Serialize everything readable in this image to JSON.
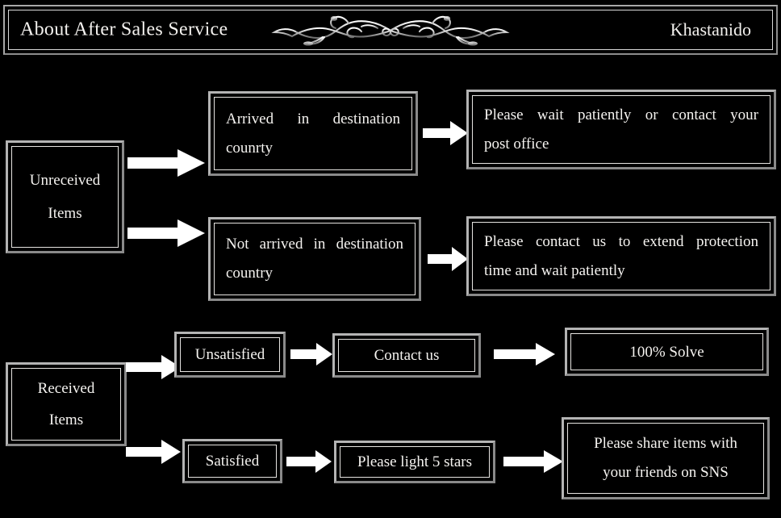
{
  "header": {
    "title": "About After Sales Service",
    "brand": "Khastanido",
    "ornament_icon": "filigree-ornament-icon"
  },
  "colors": {
    "background": "#000000",
    "frame_border": "#9e9e9e",
    "inner_line": "#e6e4e1",
    "text": "#f5f3f0",
    "arrow": "#ffffff"
  },
  "flow": {
    "branches": [
      {
        "id": "unreceived",
        "source": "Unreceived\nItems",
        "source_line1": "Unreceived",
        "source_line2": "Items",
        "paths": [
          {
            "condition_line1": "Arrived in destination",
            "condition_line2": "counrty",
            "result_line1": "Please wait patiently or contact your",
            "result_line2": "post office"
          },
          {
            "condition_line1": "Not arrived in destination",
            "condition_line2": "country",
            "result_line1": "Please contact us to extend protection",
            "result_line2": "time and wait patiently"
          }
        ]
      },
      {
        "id": "received",
        "source": "Received\nItems",
        "source_line1": "Received",
        "source_line2": "Items",
        "paths": [
          {
            "condition_line1": "Unsatisfied",
            "condition_line2": "",
            "middle": "Contact us",
            "result_line1": "100% Solve",
            "result_line2": ""
          },
          {
            "condition_line1": "Satisfied",
            "condition_line2": "",
            "middle": "Please light 5 stars",
            "result_line1": "Please share items with",
            "result_line2": "your friends on SNS"
          }
        ]
      }
    ],
    "arrows": [
      {
        "name": "arrow-unreceived-to-arrived"
      },
      {
        "name": "arrow-unreceived-to-not-arrived"
      },
      {
        "name": "arrow-arrived-to-wait"
      },
      {
        "name": "arrow-not-arrived-to-contact"
      },
      {
        "name": "arrow-received-to-unsatisfied"
      },
      {
        "name": "arrow-received-to-satisfied"
      },
      {
        "name": "arrow-unsatisfied-to-contact-us"
      },
      {
        "name": "arrow-contact-us-to-solve"
      },
      {
        "name": "arrow-satisfied-to-light-stars"
      },
      {
        "name": "arrow-light-stars-to-share"
      }
    ]
  }
}
